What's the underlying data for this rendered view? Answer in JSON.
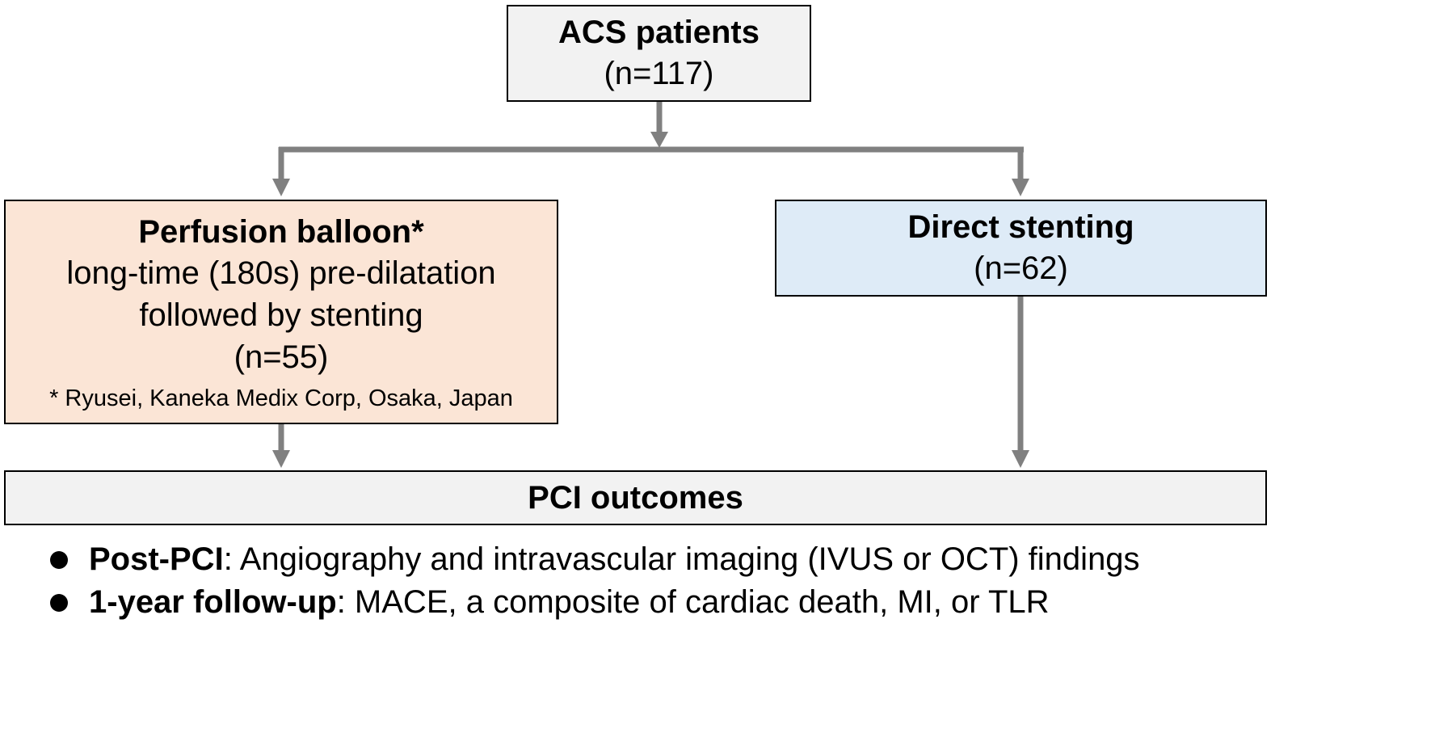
{
  "diagram": {
    "type": "flowchart",
    "colors": {
      "neutral_fill": "#f2f2f2",
      "perfusion_fill": "#fbe5d6",
      "direct_fill": "#deebf7",
      "border": "#000000",
      "connector": "#808080"
    },
    "top_node": {
      "title": "ACS patients",
      "count": "(n=117)"
    },
    "left_node": {
      "title": "Perfusion balloon*",
      "lines": [
        "long-time (180s) pre-dilatation",
        "followed by stenting",
        "(n=55)"
      ],
      "footnote": "* Ryusei, Kaneka Medix Corp, Osaka, Japan"
    },
    "right_node": {
      "title": "Direct stenting",
      "count": "(n=62)"
    },
    "bottom_node": {
      "title": "PCI outcomes"
    },
    "edges": [
      {
        "from": "top_node",
        "to": "left_node"
      },
      {
        "from": "top_node",
        "to": "right_node"
      },
      {
        "from": "left_node",
        "to": "bottom_node"
      },
      {
        "from": "right_node",
        "to": "bottom_node"
      }
    ],
    "outcomes": [
      {
        "label": "Post-PCI",
        "text": ": Angiography and intravascular imaging (IVUS or OCT) findings"
      },
      {
        "label": "1-year follow-up",
        "text": ": MACE, a composite of cardiac death, MI, or TLR"
      }
    ]
  }
}
